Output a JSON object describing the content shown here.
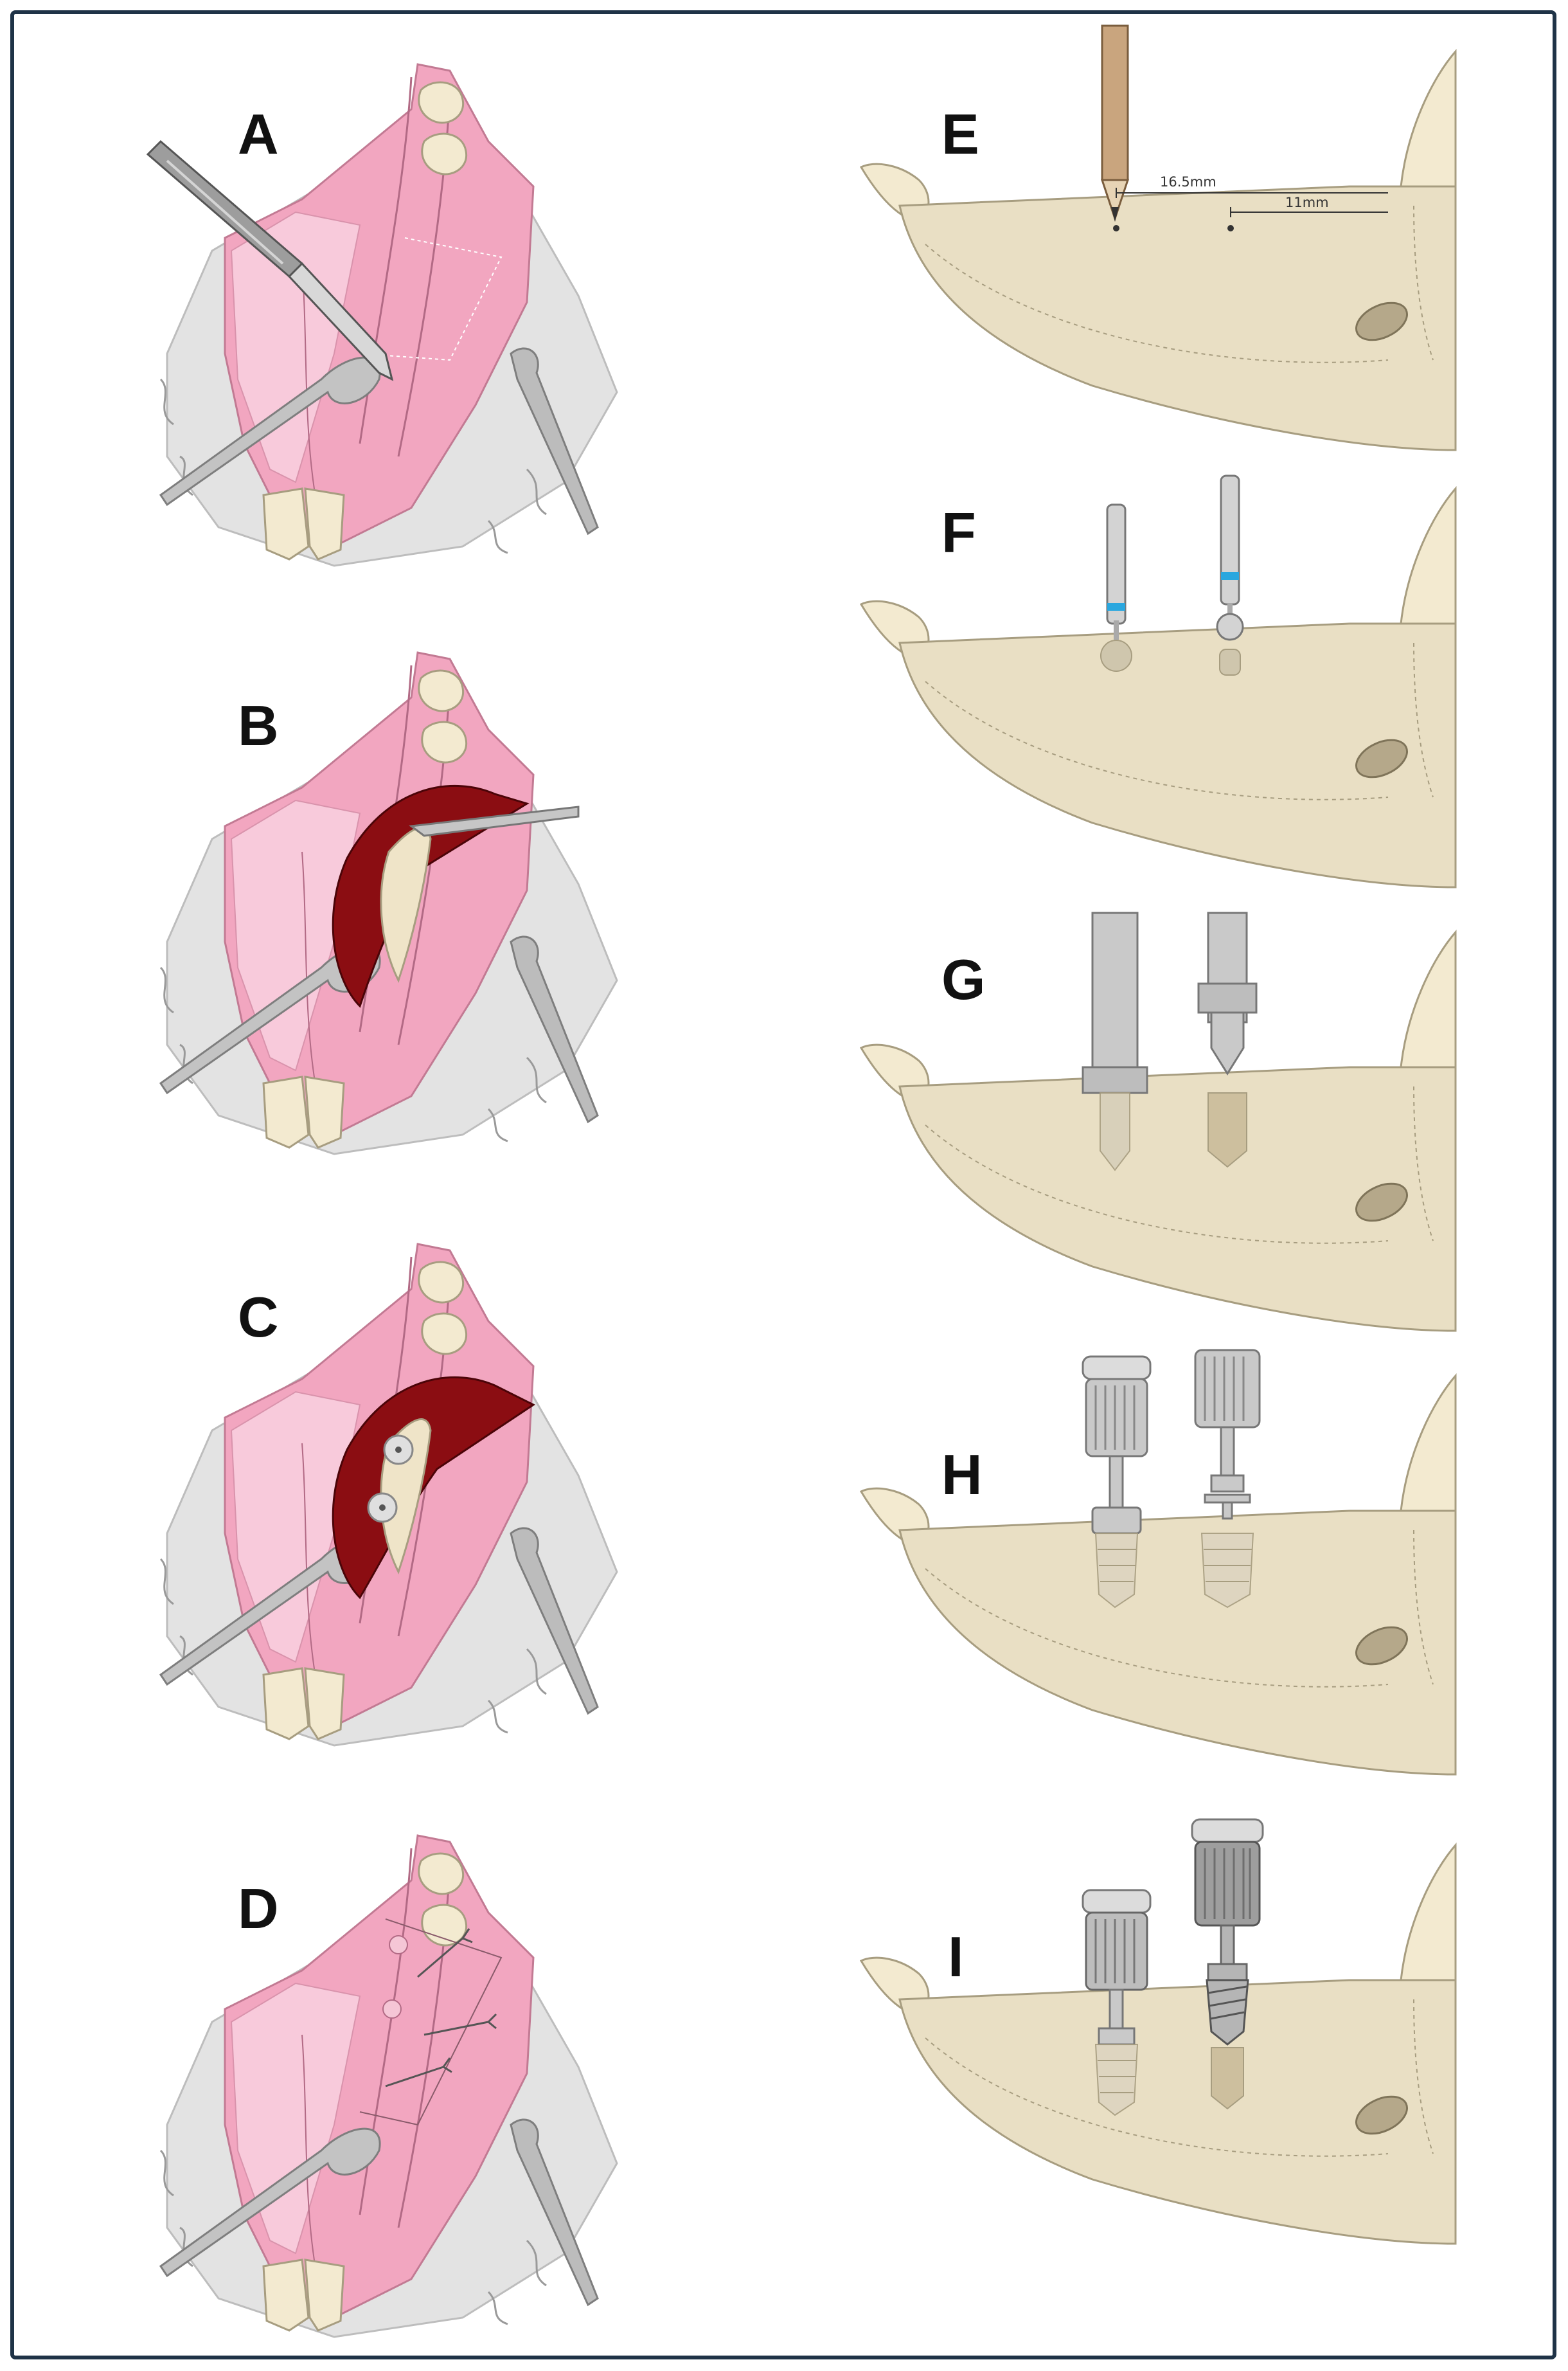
{
  "figure": {
    "panels": [
      {
        "id": "A",
        "label": "A",
        "icon": "scalpel-incision-icon"
      },
      {
        "id": "B",
        "label": "B",
        "icon": "flap-elevation-icon"
      },
      {
        "id": "C",
        "label": "C",
        "icon": "implant-placement-icon"
      },
      {
        "id": "D",
        "label": "D",
        "icon": "suture-icon"
      },
      {
        "id": "E",
        "label": "E",
        "icon": "pencil-marking-icon"
      },
      {
        "id": "F",
        "label": "F",
        "icon": "round-bur-icon"
      },
      {
        "id": "G",
        "label": "G",
        "icon": "twist-drill-icon"
      },
      {
        "id": "H",
        "label": "H",
        "icon": "implant-driver-icon"
      },
      {
        "id": "I",
        "label": "I",
        "icon": "implant-insertion-icon"
      }
    ],
    "measurements": {
      "first": "16.5mm",
      "second": "11mm"
    },
    "colors": {
      "border": "#1f3347",
      "gingiva": "#f2a6c0",
      "gingiva_light": "#f8cadb",
      "skin": "#e3e3e3",
      "bone": "#e9dfc4",
      "flap_dark": "#8b0d12",
      "instrument": "#b8b8b8",
      "incisor": "#f3ead0",
      "bur_band": "#2aa7df"
    }
  }
}
